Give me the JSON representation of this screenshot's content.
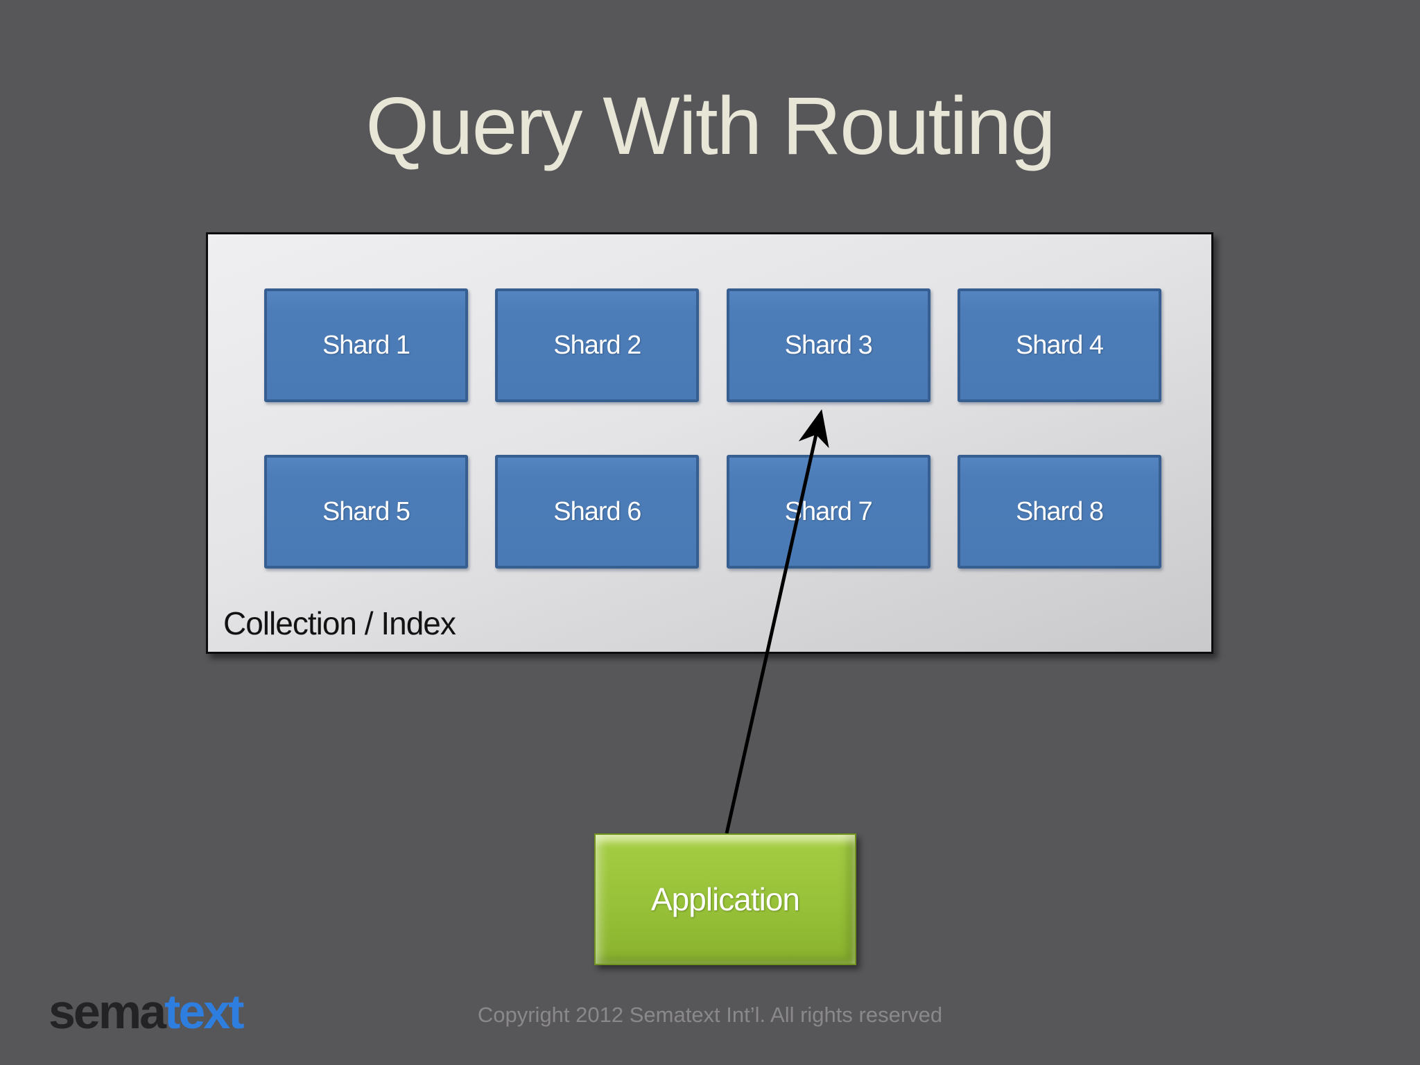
{
  "slide": {
    "title": "Query With Routing",
    "collection": {
      "label": "Collection / Index",
      "shards": [
        "Shard 1",
        "Shard 2",
        "Shard 3",
        "Shard 4",
        "Shard 5",
        "Shard 6",
        "Shard 7",
        "Shard 8"
      ]
    },
    "application": {
      "label": "Application"
    },
    "arrow": {
      "from": "Application",
      "to": "Shard 3"
    },
    "footer": {
      "logo": {
        "prefix": "sema",
        "suffix": "text"
      },
      "copyright": "Copyright 2012 Sematext Int’l. All rights reserved"
    },
    "colors": {
      "background": "#575659",
      "title_text": "#e8e6d7",
      "panel_fill_top": "#efeff1",
      "panel_fill_bottom": "#c9c9cb",
      "panel_border": "#0d0d0f",
      "shard_fill": "#4d7db8",
      "shard_border": "#365e91",
      "shard_text": "#ffffff",
      "application_fill": "#97c138",
      "application_border": "#72921f",
      "arrow": "#000000",
      "logo_dark": "#232325",
      "logo_blue": "#2e7ee0",
      "copyright_text": "#8a888b"
    }
  }
}
